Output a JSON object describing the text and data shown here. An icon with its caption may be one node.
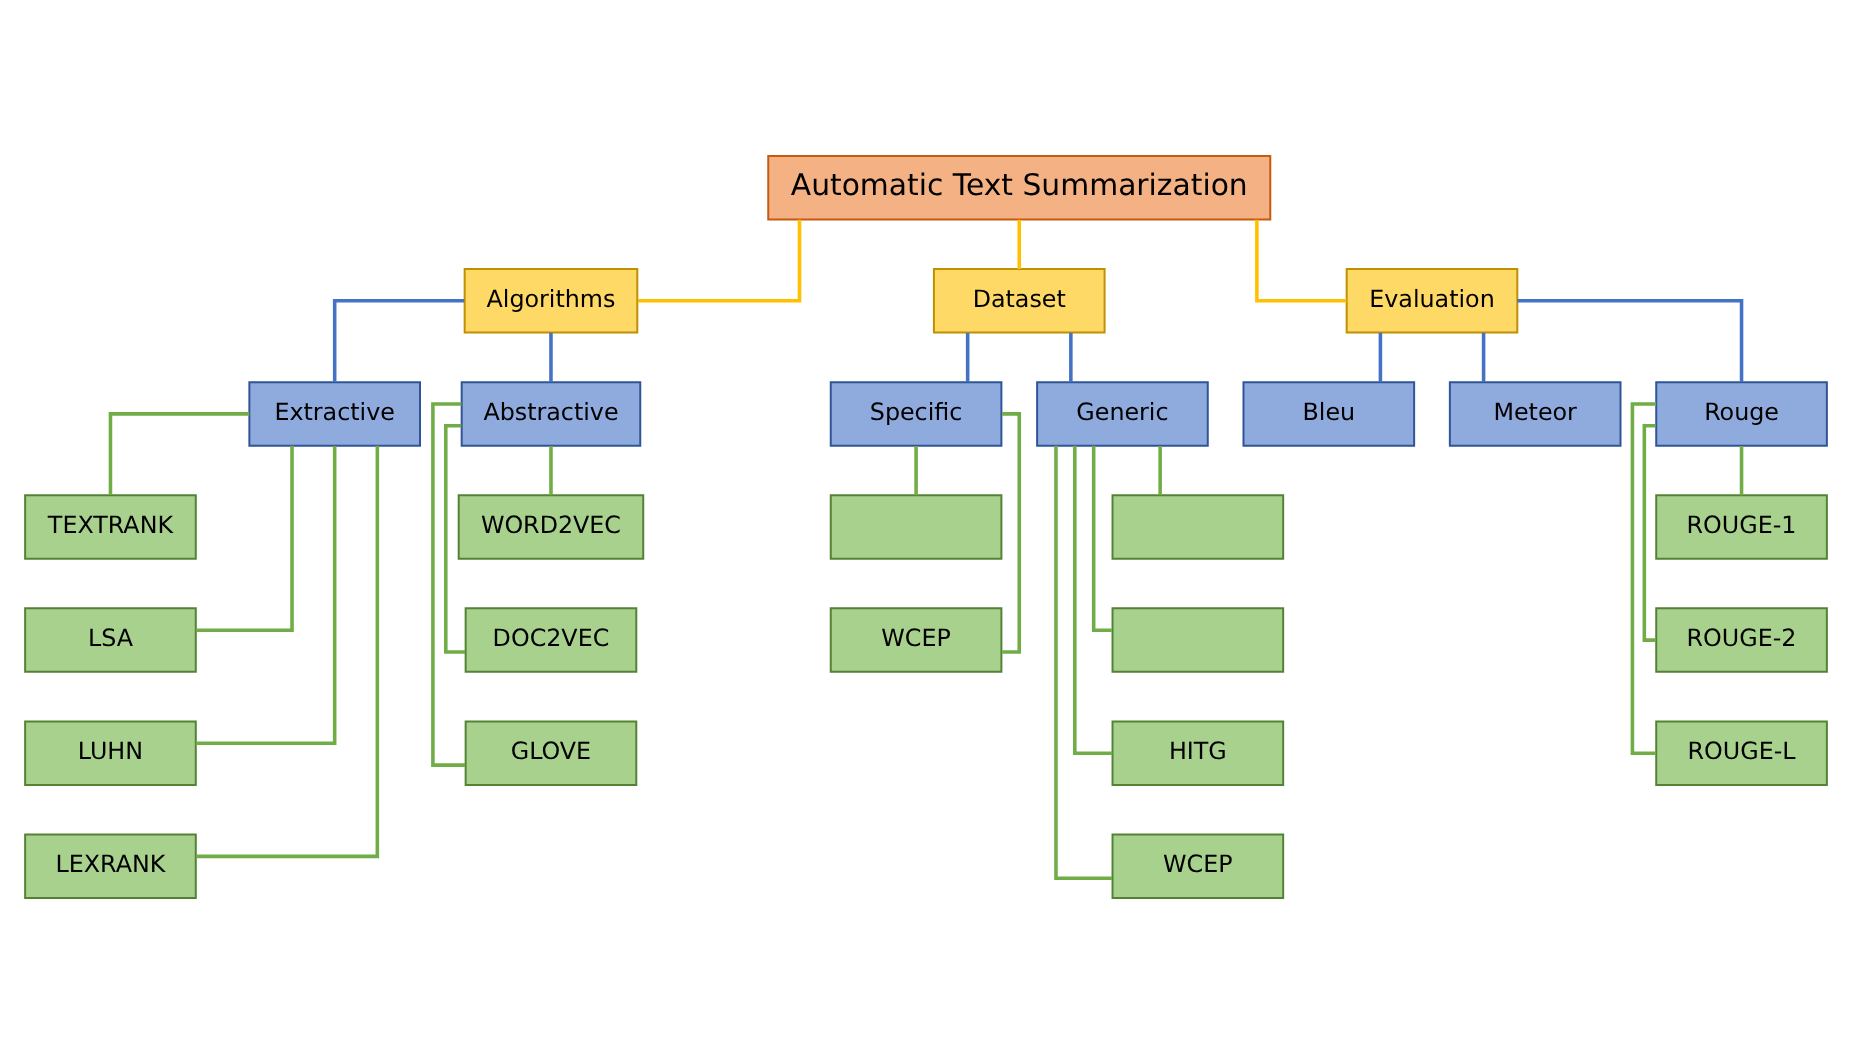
{
  "diagram": {
    "nodes": [
      {
        "text": [
          "Automatic Text Summarization"
        ]
      },
      {
        "text": [
          "Algorithms"
        ]
      },
      {
        "text": [
          "Dataset"
        ]
      },
      {
        "text": [
          "Evaluation"
        ]
      },
      {
        "text": [
          "Extractive"
        ]
      },
      {
        "text": [
          "Abstractive"
        ]
      },
      {
        "text": [
          "Specific"
        ]
      },
      {
        "text": [
          "Generic"
        ]
      },
      {
        "text": [
          "Bleu"
        ]
      },
      {
        "text": [
          "Meteor"
        ]
      },
      {
        "text": [
          "Rouge"
        ]
      },
      {
        "text": [
          "TEXTRANK"
        ]
      },
      {
        "text": [
          "LSA"
        ]
      },
      {
        "text": [
          "LUHN"
        ]
      },
      {
        "text": [
          "LEXRANK"
        ]
      },
      {
        "text": [
          "WORD2VEC"
        ]
      },
      {
        "text": [
          "DOC2VEC"
        ]
      },
      {
        "text": [
          "GLOVE"
        ]
      },
      {
        "text": [],
        "shape": "box"
      },
      {
        "text": [
          "WCEP"
        ]
      },
      {
        "text": [],
        "shape": "box"
      },
      {
        "text": [],
        "shape": "box"
      },
      {
        "text": [
          "HITG"
        ]
      },
      {
        "text": [
          "WCEP"
        ]
      },
      {
        "text": [
          "ROUGE-1"
        ]
      },
      {
        "text": [
          "ROUGE-2"
        ]
      },
      {
        "text": [
          "ROUGE-L"
        ]
      }
    ],
    "edges": [
      {
        "from": 0,
        "to": 1,
        "arrow": "none",
        "color": "#ffc000"
      },
      {
        "from": 0,
        "to": 2,
        "arrow": "none",
        "color": "#ffc000"
      },
      {
        "from": 0,
        "to": 3,
        "arrow": "none",
        "color": "#ffc000"
      },
      {
        "from": 1,
        "to": 4,
        "arrow": "none",
        "color": "#4472c4"
      },
      {
        "from": 1,
        "to": 5,
        "arrow": "none",
        "color": "#4472c4"
      },
      {
        "from": 2,
        "to": 6,
        "arrow": "none",
        "color": "#4472c4"
      },
      {
        "from": 2,
        "to": 7,
        "arrow": "none",
        "color": "#4472c4"
      },
      {
        "from": 3,
        "to": 8,
        "arrow": "none",
        "color": "#4472c4"
      },
      {
        "from": 3,
        "to": 9,
        "arrow": "none",
        "color": "#4472c4"
      },
      {
        "from": 3,
        "to": 10,
        "arrow": "none",
        "color": "#4472c4"
      },
      {
        "from": 4,
        "to": 11,
        "arrow": "none"
      },
      {
        "from": 4,
        "to": 12,
        "arrow": "none"
      },
      {
        "from": 4,
        "to": 13,
        "arrow": "none"
      },
      {
        "from": 4,
        "to": 14,
        "arrow": "none"
      },
      {
        "from": 5,
        "to": 15,
        "arrow": "none"
      },
      {
        "from": 5,
        "to": 16,
        "arrow": "none"
      },
      {
        "from": 5,
        "to": 17,
        "arrow": "none"
      },
      {
        "from": 6,
        "to": 18,
        "arrow": "none"
      },
      {
        "from": 6,
        "to": 19,
        "arrow": "none"
      },
      {
        "from": 7,
        "to": 20,
        "arrow": "none"
      },
      {
        "from": 7,
        "to": 21,
        "arrow": "none"
      },
      {
        "from": 7,
        "to": 22,
        "arrow": "none"
      },
      {
        "from": 7,
        "to": 23,
        "arrow": "none"
      },
      {
        "from": 10,
        "to": 24,
        "arrow": "none"
      },
      {
        "from": 10,
        "to": 25,
        "arrow": "none"
      },
      {
        "from": 10,
        "to": 26,
        "arrow": "none"
      }
    ]
  }
}
